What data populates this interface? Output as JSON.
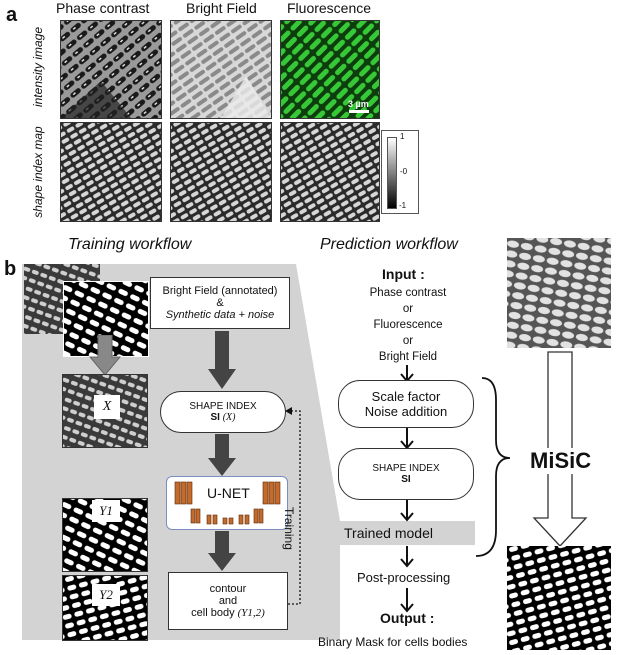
{
  "panel_a": {
    "label": "a",
    "columns": [
      "Phase contrast",
      "Bright Field",
      "Fluorescence"
    ],
    "rows": [
      "intensity image",
      "shape index map"
    ],
    "scalebar": "3 µm",
    "colorbar_ticks": [
      "1",
      "-0",
      "-1"
    ]
  },
  "panel_b": {
    "label": "b",
    "training_title": "Training workflow",
    "prediction_title": "Prediction workflow",
    "train_input": {
      "line1": "Bright Field (annotated)",
      "line2": "&",
      "line3": "Synthetic data + noise"
    },
    "shape_index_box": {
      "line1": "SHAPE INDEX",
      "bold": "SI",
      "italic": "(X)"
    },
    "unet_label": "U-NET",
    "training_label": "Training",
    "output_box": {
      "line1": "contour",
      "line2": "and",
      "line3": "cell body",
      "italic": "(Y1,2)"
    },
    "image_labels": {
      "x": "X",
      "y1": "Y1",
      "y2": "Y2"
    },
    "input_title": "Input :",
    "input_options": [
      "Phase contrast",
      "or",
      "Fluorescence",
      "or",
      "Bright Field"
    ],
    "scale_box": {
      "line1": "Scale factor",
      "line2": "Noise addition"
    },
    "si_box": {
      "line1": "SHAPE INDEX",
      "bold": "SI"
    },
    "trained_model": "Trained model",
    "post_processing": "Post-processing",
    "output_title": "Output :",
    "output_desc": "Binary Mask for cells bodies",
    "misic": "MiSiC"
  }
}
